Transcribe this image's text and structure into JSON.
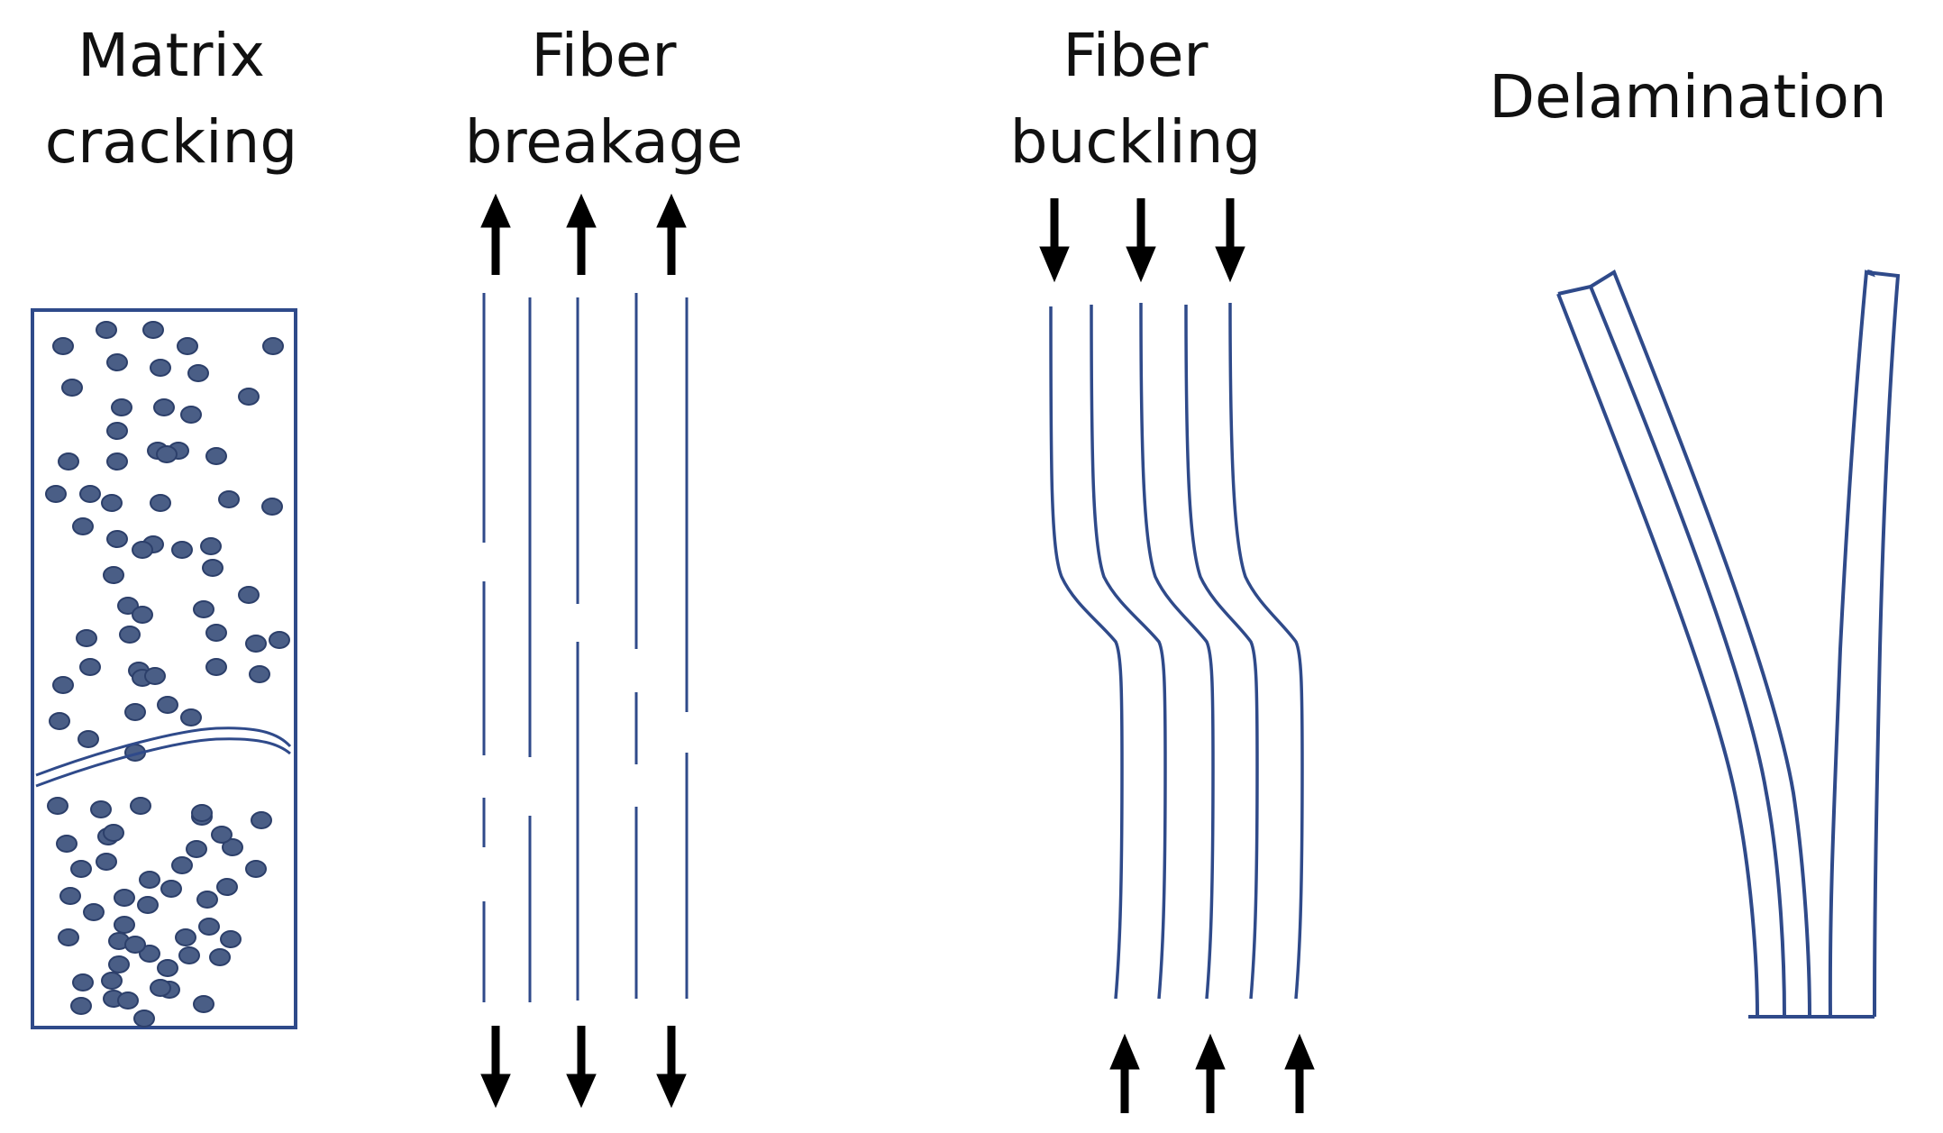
{
  "colors": {
    "line": "#2f4a8a",
    "dot": "#4a5e86",
    "dot_edge": "#2c3f6a",
    "arrow": "#000000",
    "text": "#111111",
    "background": "#ffffff"
  },
  "panels": [
    {
      "id": "matrix-cracking",
      "title": "Matrix\ncracking"
    },
    {
      "id": "fiber-breakage",
      "title": "Fiber\nbreakage"
    },
    {
      "id": "fiber-buckling",
      "title": "Fiber\nbuckling"
    },
    {
      "id": "delamination",
      "title": "Delamination"
    }
  ]
}
